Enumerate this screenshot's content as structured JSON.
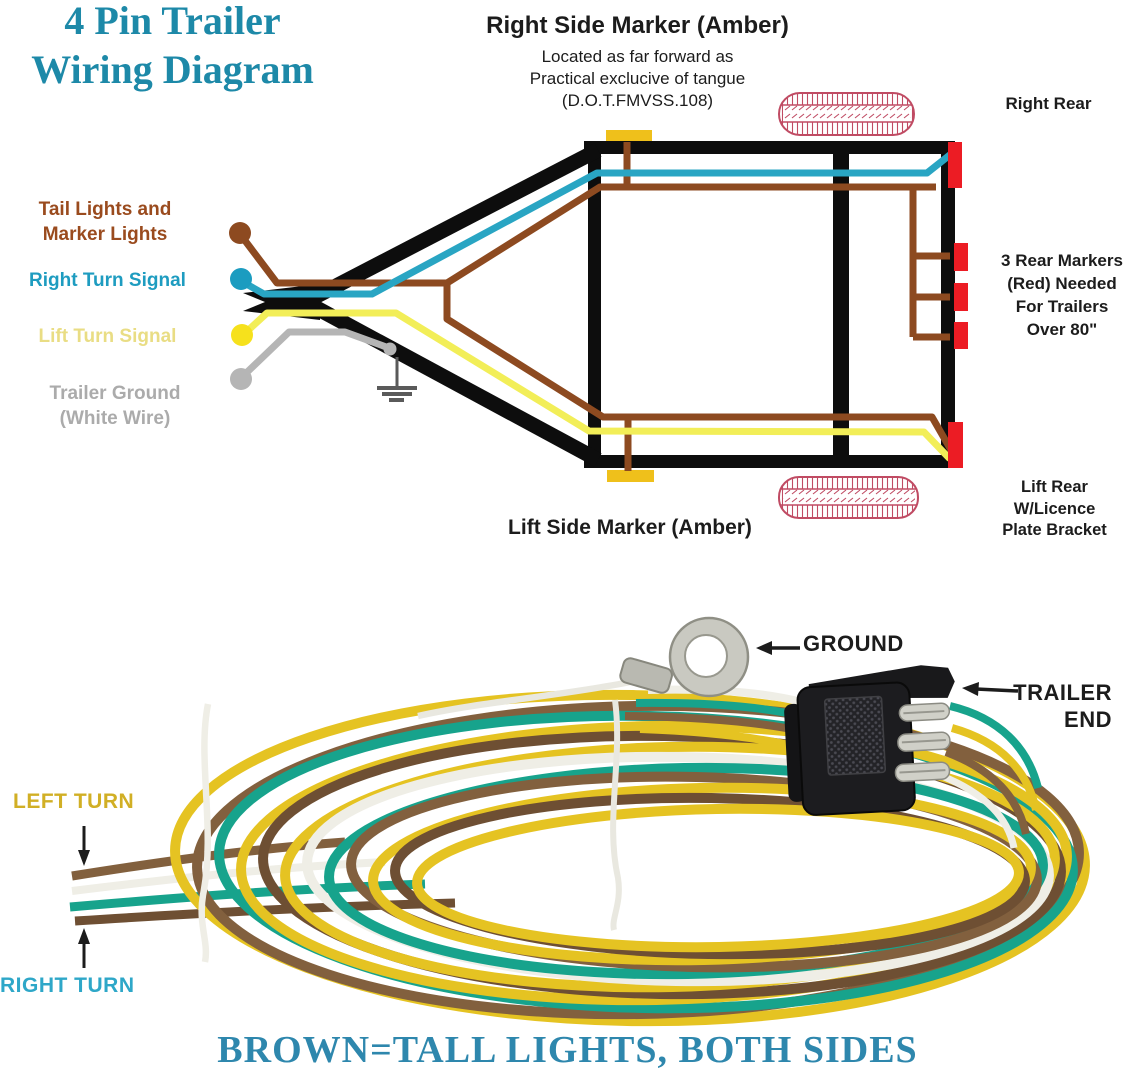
{
  "title": {
    "line1": "4 Pin Trailer",
    "line2": "Wiring Diagram"
  },
  "colors": {
    "accent_teal": "#1d89a8",
    "wire_brown": "#8d4a20",
    "wire_teal": "#29a5c3",
    "wire_yellow": "#f2ee58",
    "wire_white_gray": "#b5b5b5",
    "marker_amber": "#efc01b",
    "marker_red": "#ec1c24",
    "tire_pink": "#c04b63",
    "harness_yellow": "#e5c322",
    "harness_brown": "#82603e",
    "harness_green": "#17a38c",
    "label_gold": "#d1af25",
    "label_teal": "#2ea7c8",
    "caption_blue": "#2e87ad"
  },
  "diagram": {
    "right_side_marker": {
      "heading": "Right Side Marker (Amber)",
      "subtext": "Located as far forward as\nPractical exclucive of tangue\n(D.O.T.FMVSS.108)"
    },
    "right_rear": "Right Rear",
    "tail_lights_label": "Tail Lights and\nMarker Lights",
    "right_turn_label": "Right Turn Signal",
    "lift_turn_label": "Lift Turn Signal",
    "trailer_ground_label": "Trailer Ground\n(White Wire)",
    "rear_markers_note": "3 Rear Markers\n(Red) Needed\nFor Trailers\nOver 80\"",
    "lift_side_marker": "Lift Side Marker (Amber)",
    "lift_rear_note": "Lift Rear\nW/Licence\nPlate Bracket"
  },
  "photo": {
    "ground": "GROUND",
    "trailer_end": "TRAILER\nEND",
    "left_turn": "LEFT TURN",
    "right_turn": "RIGHT TURN"
  },
  "caption": "BROWN=TALL LIGHTS, BOTH SIDES"
}
